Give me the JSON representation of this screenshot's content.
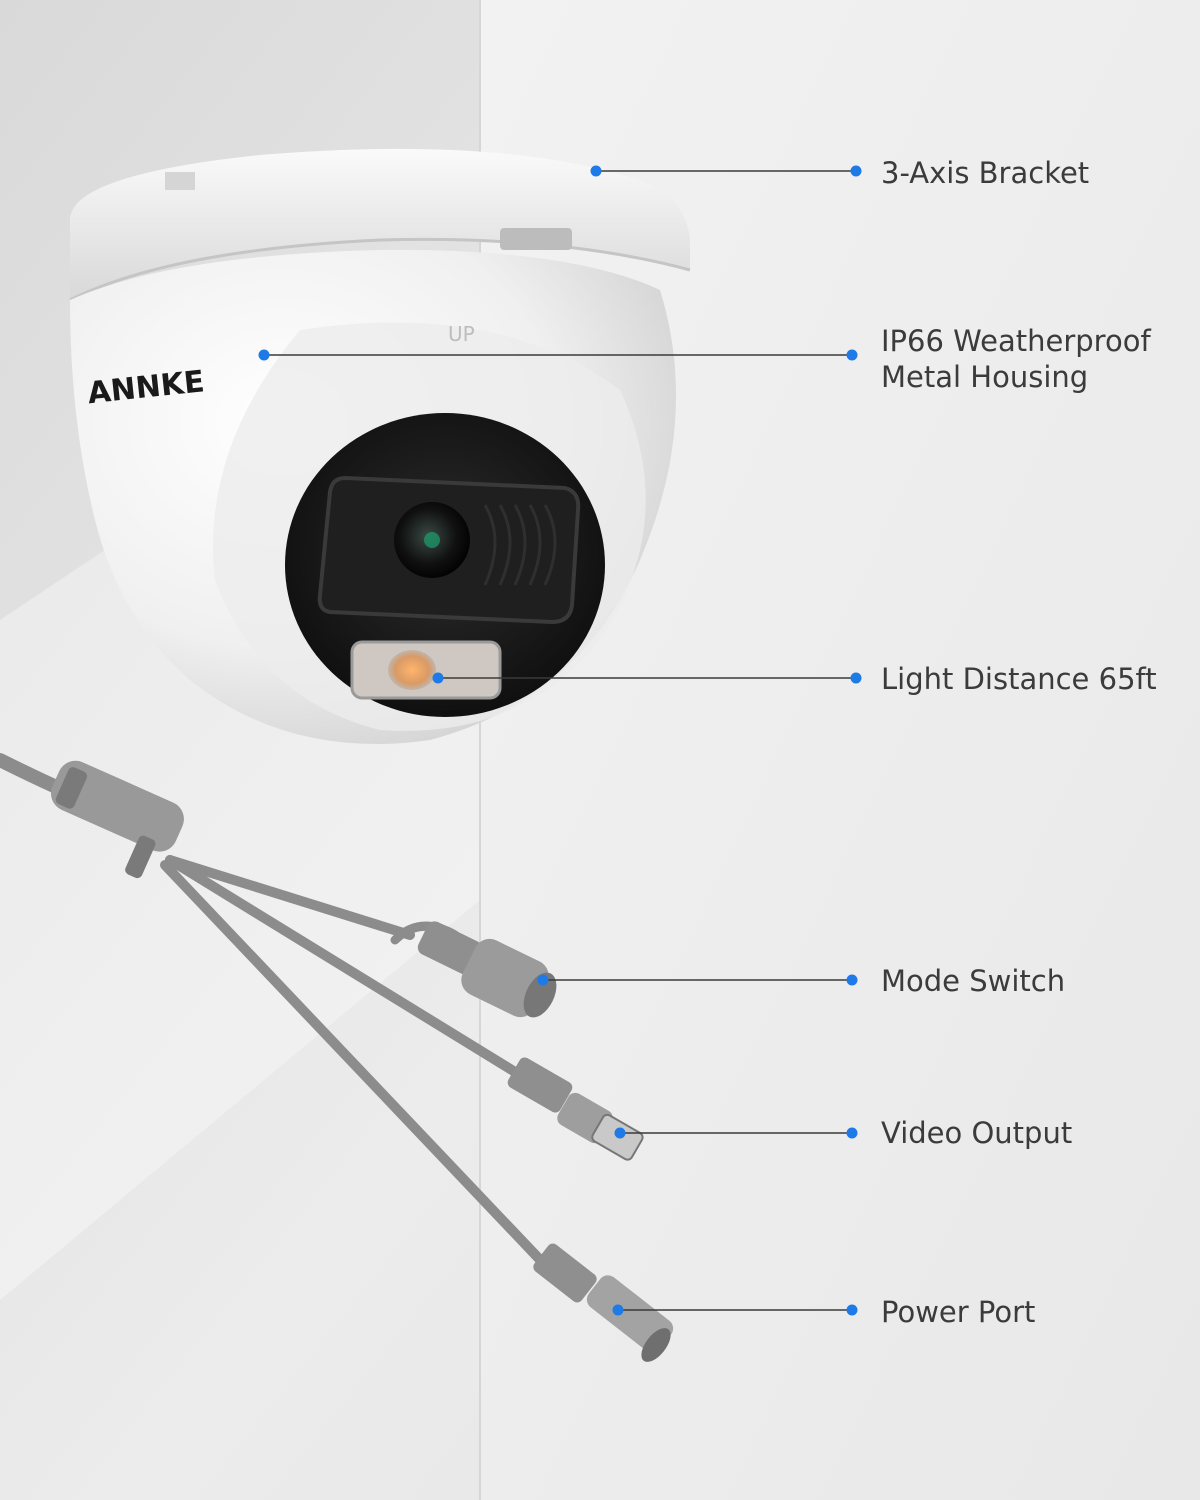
{
  "brand": {
    "logo_text": "ANNKE",
    "up_marker": "UP"
  },
  "colors": {
    "callout_dot": "#1e7ae6",
    "callout_line": "#3a3a3a",
    "label_text": "#3b3b3b",
    "cable": "#8a8a8a"
  },
  "callouts": [
    {
      "id": "bracket",
      "lines": [
        "3-Axis Bracket"
      ]
    },
    {
      "id": "housing",
      "lines": [
        "IP66 Weatherproof",
        "Metal Housing"
      ]
    },
    {
      "id": "light",
      "lines": [
        "Light Distance 65ft"
      ]
    },
    {
      "id": "mode",
      "lines": [
        "Mode Switch"
      ]
    },
    {
      "id": "video",
      "lines": [
        "Video Output"
      ]
    },
    {
      "id": "power",
      "lines": [
        "Power Port"
      ]
    }
  ]
}
